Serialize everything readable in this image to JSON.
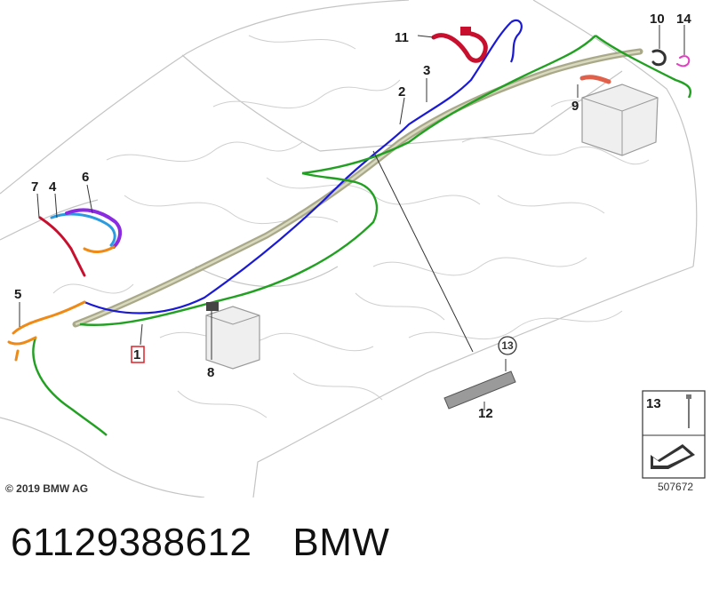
{
  "diagram": {
    "callouts": [
      "1",
      "2",
      "3",
      "4",
      "5",
      "6",
      "7",
      "8",
      "9",
      "10",
      "11",
      "12",
      "13",
      "14"
    ],
    "circled_callout": "13",
    "legend": {
      "number": "13"
    },
    "image_code": "507672",
    "copyright": "© 2019 BMW AG"
  },
  "caption": {
    "part_number": "61129388612",
    "brand": "BMW"
  },
  "colors": {
    "green_harness": "#22a022",
    "blue_harness": "#1a1ad6",
    "red_harness": "#c8102e",
    "orange_harness": "#ef8a16",
    "purple_harness": "#8a2be2",
    "cyan_harness": "#2a9be0",
    "magenta_harness": "#e040c0",
    "main_harness": "#a9a98a",
    "highlight_box": "#e0202a"
  }
}
